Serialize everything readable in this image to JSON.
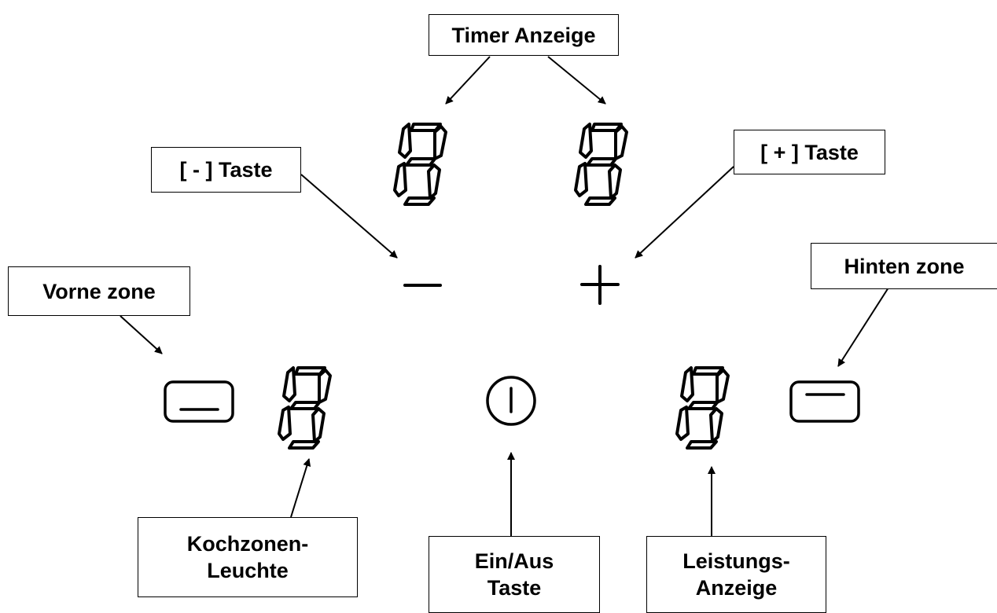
{
  "colors": {
    "ink": "#000000",
    "background": "#ffffff"
  },
  "icons": {
    "minus": "minus-icon",
    "plus": "plus-icon",
    "power": "power-icon",
    "front_zone": "front-zone-icon",
    "rear_zone": "rear-zone-icon",
    "segment_display": "seven-segment-digit-icon"
  },
  "labels": {
    "timer": "Timer Anzeige",
    "minus_key": "[ - ] Taste",
    "plus_key": "[ + ] Taste",
    "front_zone": "Vorne zone",
    "rear_zone": "Hinten zone",
    "zone_light_line1": "Kochzonen-",
    "zone_light_line2": "Leuchte",
    "power_key_line1": "Ein/Aus",
    "power_key_line2": "Taste",
    "power_level_line1": "Leistungs-",
    "power_level_line2": "Anzeige"
  }
}
